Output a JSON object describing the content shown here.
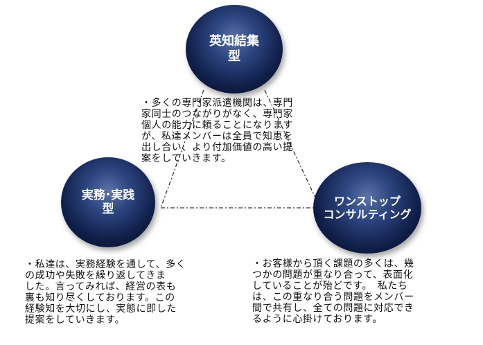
{
  "nodes": {
    "top": {
      "label": "英知結集\n型"
    },
    "left": {
      "label": "実務･実践\n型"
    },
    "right": {
      "label": "ワンストップ\nコンサルティング"
    }
  },
  "descriptions": {
    "top": "・多くの専門家派遣機関は、専門\n家同士のつながりがなく、専門家\n個人の能力に頼ることになります\nが、私達メンバーは全員で知恵を\n出し合い、より付加価値の高い提\n案をしていきます。",
    "left": "・私達は、実務経験を通して、多く\nの成功や失敗を繰り返してきま\nした。言ってみれば、経営の表も\n裏も知り尽くしております。この\n経験知を大切にし、実態に即した\n提案をしていきます。",
    "right": "・お客様から頂く課題の多くは、幾\nつかの問題が重なり合って、表面化\nしていることが殆どです。　私たち\nは、この重なり合う問題をメンバー\n間で共有し、全ての問題に対応でき\nるように心掛けております。"
  },
  "colors": {
    "circle_dark": "#050d24",
    "circle_light": "#5c74a8",
    "connector": "#000000"
  }
}
